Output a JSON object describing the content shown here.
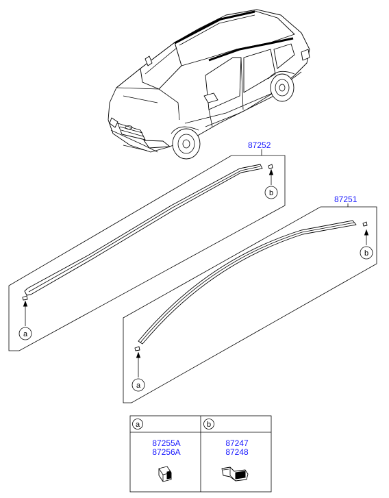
{
  "groups": {
    "upper": {
      "part_no": "87252",
      "callout_front": "a",
      "callout_rear": "b"
    },
    "lower": {
      "part_no": "87251",
      "callout_front": "a",
      "callout_rear": "b"
    }
  },
  "legend": {
    "a": {
      "letter": "a",
      "parts": [
        "87255A",
        "87256A"
      ]
    },
    "b": {
      "letter": "b",
      "parts": [
        "87247",
        "87248"
      ]
    }
  },
  "colors": {
    "part_number": "#1a1aff",
    "line": "#000000"
  }
}
